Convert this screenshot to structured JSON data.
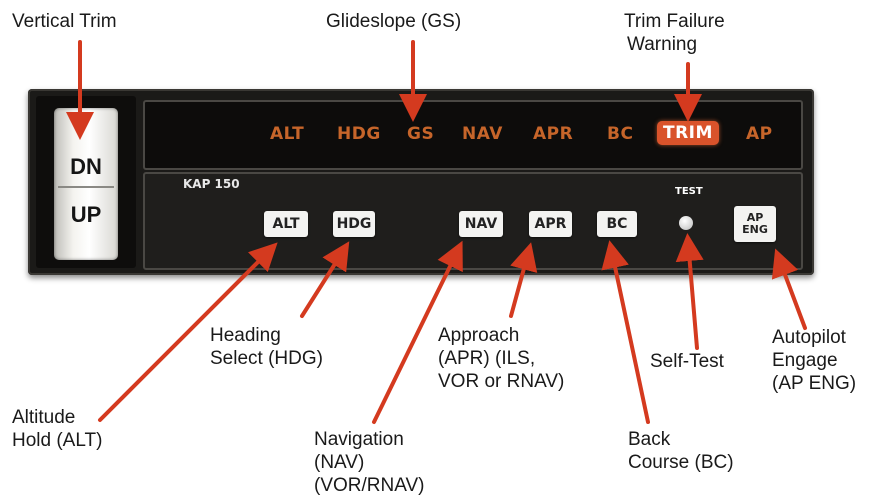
{
  "callouts": {
    "vertical_trim": "Vertical Trim",
    "glideslope": "Glideslope (GS)",
    "trim_failure": [
      "Trim Failure",
      "Warning"
    ],
    "heading_select": [
      "Heading",
      "Select (HDG)"
    ],
    "approach": [
      "Approach",
      "(APR) (ILS,",
      "VOR or RNAV)"
    ],
    "self_test": "Self-Test",
    "autopilot_engage": [
      "Autopilot",
      "Engage",
      "(AP ENG)"
    ],
    "altitude_hold": [
      "Altitude",
      "Hold (ALT)"
    ],
    "navigation": [
      "Navigation",
      "(NAV)",
      "(VOR/RNAV)"
    ],
    "back_course": [
      "Back",
      "Course (BC)"
    ]
  },
  "rocker": {
    "top": "DN",
    "bottom": "UP"
  },
  "annunciators": [
    "ALT",
    "HDG",
    "GS",
    "NAV",
    "APR",
    "BC",
    "TRIM",
    "AP"
  ],
  "model": "KAP 150",
  "buttons": {
    "alt": "ALT",
    "hdg": "HDG",
    "nav": "NAV",
    "apr": "APR",
    "bc": "BC",
    "ap_eng": [
      "AP",
      "ENG"
    ]
  },
  "test_label": "TEST",
  "colors": {
    "annunciator_amber": "#c6652a",
    "trim_warning": "#d9532b",
    "arrow_red": "#d43a1f",
    "panel": "#1b1a18"
  }
}
